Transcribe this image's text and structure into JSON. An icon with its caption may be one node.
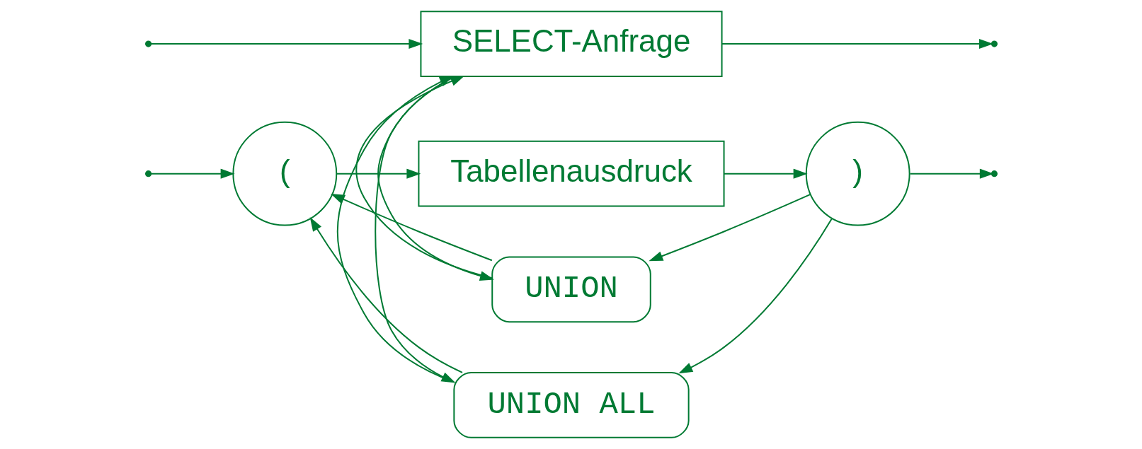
{
  "diagram": {
    "nodes": [
      {
        "text": [
          "SELECT-Anfrage"
        ]
      },
      {
        "text": [
          "("
        ]
      },
      {
        "text": [
          "Tabellenausdruck"
        ]
      },
      {
        "text": [
          ")"
        ]
      },
      {
        "text": [
          "UNION"
        ]
      },
      {
        "text": [
          "UNION ALL"
        ]
      }
    ],
    "edges": [
      {
        "from": null,
        "to": 0,
        "arrow": "to"
      },
      {
        "from": null,
        "to": 1,
        "arrow": "to"
      },
      {
        "from": 1,
        "to": 2,
        "arrow": "to"
      },
      {
        "from": 2,
        "to": 3,
        "arrow": "to"
      },
      {
        "from": 0,
        "to": null,
        "arrow": "to"
      },
      {
        "from": 3,
        "to": null,
        "arrow": "to"
      },
      {
        "from": 0,
        "to": 4,
        "arrow": "to"
      },
      {
        "from": 0,
        "to": 5,
        "arrow": "to"
      },
      {
        "from": 3,
        "to": 4,
        "arrow": "to"
      },
      {
        "from": 3,
        "to": 5,
        "arrow": "to"
      },
      {
        "from": 4,
        "to": 0,
        "arrow": "to"
      },
      {
        "from": 4,
        "to": 1,
        "arrow": "to"
      },
      {
        "from": 5,
        "to": 0,
        "arrow": "to"
      },
      {
        "from": 5,
        "to": 1,
        "arrow": "to"
      }
    ]
  }
}
